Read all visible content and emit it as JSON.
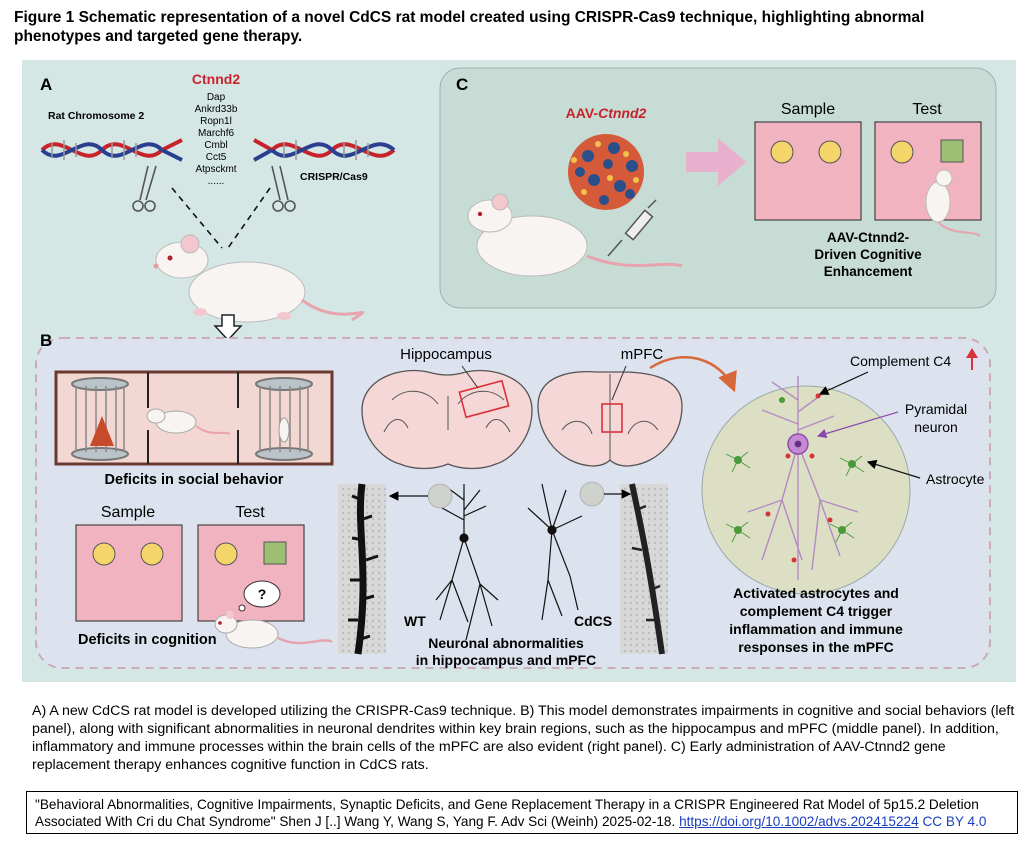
{
  "title": "Figure 1 Schematic representation of a novel CdCS rat model created using CRISPR-Cas9 technique, highlighting abnormal phenotypes and targeted gene therapy.",
  "panel_a": {
    "letter": "A",
    "chromosome_label": "Rat Chromosome 2",
    "gene_highlight": "Ctnnd2",
    "genes": [
      "Dap",
      "Ankrd33b",
      "Ropn1l",
      "Marchf6",
      "Cmbl",
      "Cct5",
      "Atpsckmt",
      "......"
    ],
    "crispr_label": "CRISPR/Cas9"
  },
  "panel_c": {
    "letter": "C",
    "aav_prefix": "AAV-",
    "aav_gene": "Ctnnd2",
    "sample_label": "Sample",
    "test_label": "Test",
    "caption_lines": [
      "AAV-Ctnnd2-",
      "Driven Cognitive",
      "Enhancement"
    ]
  },
  "panel_b": {
    "letter": "B",
    "social_caption": "Deficits in social behavior",
    "sample_label": "Sample",
    "test_label": "Test",
    "question": "?",
    "cognition_caption": "Deficits in cognition",
    "hippocampus_label": "Hippocampus",
    "mpfc_label": "mPFC",
    "wt_label": "WT",
    "cdcs_label": "CdCS",
    "neuronal_caption_lines": [
      "Neuronal abnormalities",
      "in hippocampus and mPFC"
    ],
    "complement_label": "Complement C4",
    "pyramidal_lines": [
      "Pyramidal",
      "neuron"
    ],
    "astrocyte_label": "Astrocyte",
    "inflammation_lines": [
      "Activated astrocytes and",
      "complement C4 trigger",
      "inflammation and immune",
      "responses in the mPFC"
    ]
  },
  "caption": "A) A new CdCS rat model is developed utilizing the CRISPR-Cas9 technique. B) This model demonstrates impairments in cognitive and social behaviors (left panel), along with significant abnormalities in neuronal dendrites within key brain regions, such as the hippocampus and mPFC (middle panel). In addition, inflammatory and immune processes within the brain cells of the mPFC are also evident (right panel). C) Early administration of AAV-Ctnnd2 gene replacement therapy enhances cognitive function in CdCS rats.",
  "citation": {
    "text": "\"Behavioral Abnormalities, Cognitive Impairments, Synaptic Deficits, and Gene Replacement Therapy in a CRISPR Engineered Rat Model of 5p15.2 Deletion Associated With Cri du Chat Syndrome\" Shen J [..] Wang Y, Wang S, Yang F.  Adv Sci (Weinh) 2025-02-18.",
    "doi_link": "https://doi.org/10.1002/advs.202415224",
    "license": "CC BY 4.0"
  },
  "colors": {
    "panel_bg": "#d4e7e5",
    "panel_c_bg": "#c6dcd4",
    "panel_b_bg": "#dde3ee",
    "gene_red": "#c8232c",
    "box_pink": "#f2b3c0",
    "object_yellow": "#f3d56a",
    "object_green": "#9cbf73",
    "arrow_pink": "#e8b0cd"
  }
}
